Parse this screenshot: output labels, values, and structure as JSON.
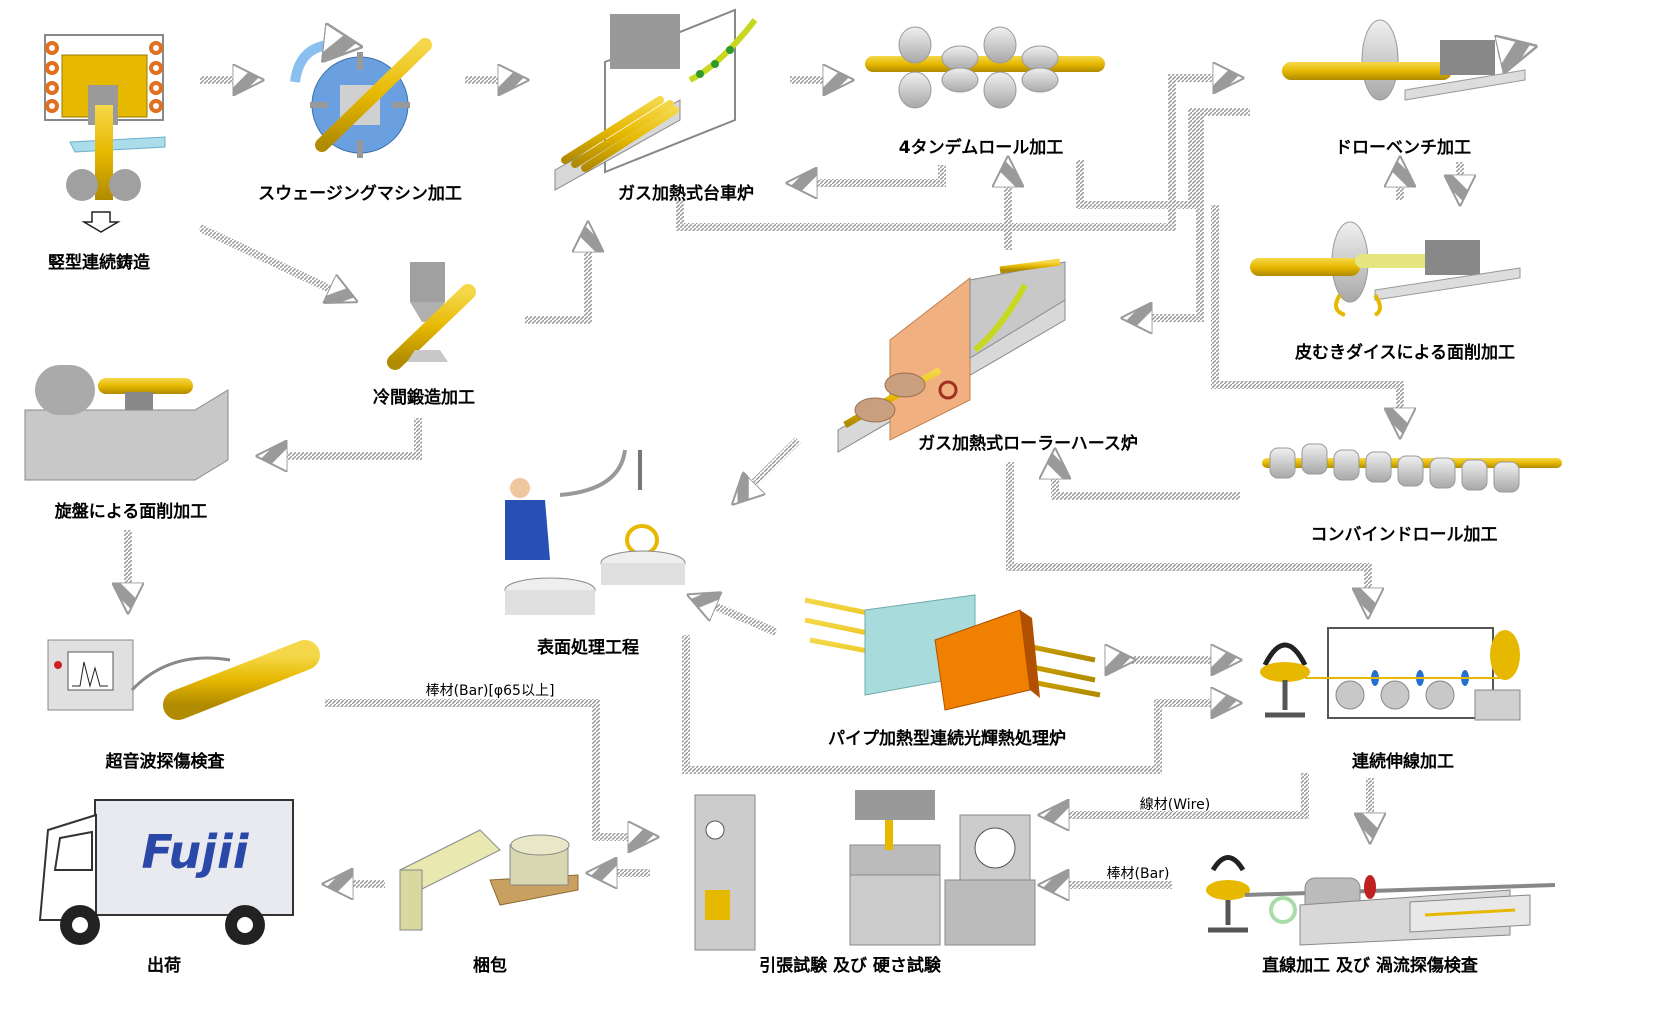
{
  "steps": {
    "vertical_casting": "竪型連続鋳造",
    "swaging": "スウェージングマシン加工",
    "gas_bogie_furnace": "ガス加熱式台車炉",
    "tandem_roll": "4タンデムロール加工",
    "draw_bench": "ドローベンチ加工",
    "peeling_die": "皮むきダイスによる面削加工",
    "cold_forging": "冷間鍛造加工",
    "roller_hearth": "ガス加熱式ローラーハース炉",
    "combined_roll": "コンバインドロール加工",
    "lathe_facing": "旋盤による面削加工",
    "surface_treatment": "表面処理工程",
    "ultrasonic": "超音波探傷検査",
    "pipe_bright_furnace": "パイプ加熱型連続光輝熱処理炉",
    "continuous_drawing": "連続伸線加工",
    "shipping": "出荷",
    "packing": "梱包",
    "tensile_hardness": "引張試験 及び 硬さ試験",
    "straightening_eddy": "直線加工 及び 渦流探傷検査"
  },
  "route_labels": {
    "bar_large": "棒材(Bar)[φ65以上]",
    "wire": "線材(Wire)",
    "bar": "棒材(Bar)"
  },
  "truck_logo": "Fujii",
  "colors": {
    "gold": "#e6b800",
    "gray": "#c8c8c8",
    "dark_gray": "#8c8c8c",
    "copper": "#e07020",
    "teal": "#a8dcdc",
    "orange": "#f08000",
    "blue": "#2850b4"
  }
}
